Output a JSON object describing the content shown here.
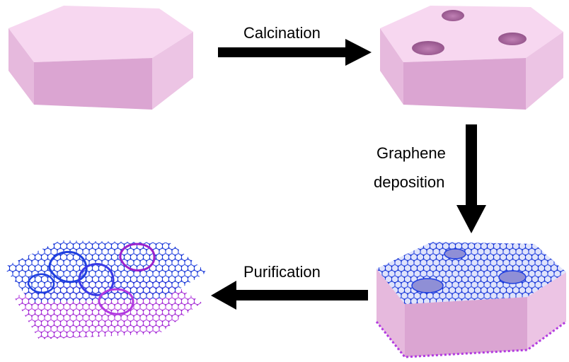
{
  "steps": {
    "calcination": "Calcination",
    "graphene_deposition_line1": "Graphene",
    "graphene_deposition_line2": "deposition",
    "purification": "Purification"
  },
  "colors": {
    "prism_top": "#f7d7f0",
    "prism_front": "#dba5d2",
    "prism_side": "#ecc4e4",
    "graphene_blue": "#1f3fe0",
    "graphene_purple": "#b23ae0",
    "arrow": "#000000"
  }
}
